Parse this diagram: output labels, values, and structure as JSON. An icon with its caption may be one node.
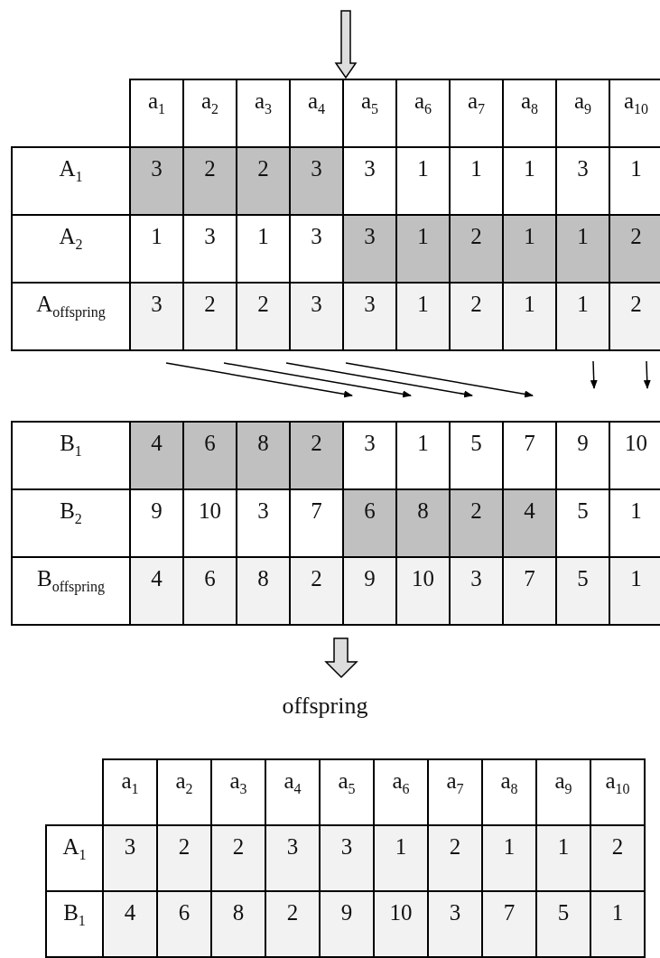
{
  "diagram": {
    "labels": [
      "a$_{1}$",
      "a$_{2}$",
      "a$_{3}$",
      "a$_{4}$",
      "a$_{5}$",
      "a$_{6}$",
      "a$_{7}$",
      "a$_{8}$",
      "a$_{9}$",
      "a$_{10}$",
      "A$_{1}$",
      "3",
      "2",
      "2",
      "3",
      "3",
      "1",
      "1",
      "1",
      "3",
      "1",
      "A$_{2}$",
      "1",
      "3",
      "1",
      "3",
      "3",
      "1",
      "2",
      "1",
      "1",
      "2",
      "A$_{offspring}$",
      "3",
      "2",
      "2",
      "3",
      "3",
      "1",
      "2",
      "1",
      "1",
      "2",
      "B$_{1}$",
      "4",
      "6",
      "8",
      "2",
      "3",
      "1",
      "5",
      "7",
      "9",
      "10",
      "B$_{2}$",
      "9",
      "10",
      "3",
      "7",
      "6",
      "8",
      "2",
      "4",
      "5",
      "1",
      "B$_{offspring}$",
      "4",
      "6",
      "8",
      "2",
      "9",
      "10",
      "3",
      "7",
      "5",
      "1",
      "offspring",
      "a$_{1}$",
      "a$_{2}$",
      "a$_{3}$",
      "a$_{4}$",
      "a$_{5}$",
      "a$_{6}$",
      "a$_{7}$",
      "a$_{8}$",
      "a$_{9}$",
      "a$_{10}$",
      "A$_{1}$",
      "3",
      "2",
      "2",
      "3",
      "3",
      "1",
      "2",
      "1",
      "1",
      "2",
      "B$_{1}$",
      "4",
      "6",
      "8",
      "2",
      "9",
      "10",
      "3",
      "7",
      "5",
      "1"
    ]
  }
}
